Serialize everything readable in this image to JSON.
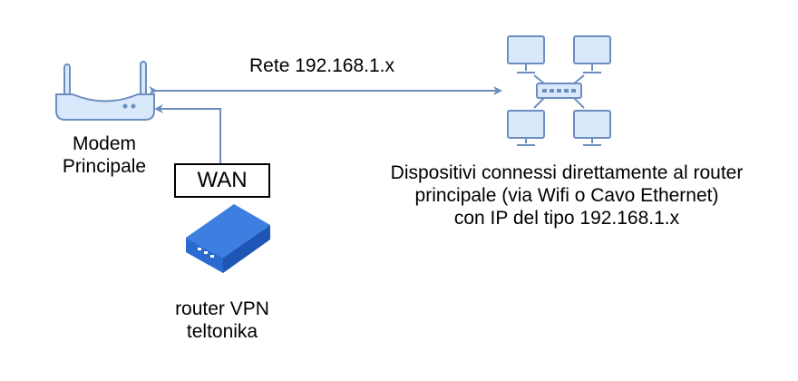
{
  "modem": {
    "label_line1": "Modem",
    "label_line2": "Principale"
  },
  "network": {
    "label": "Rete 192.168.1.x"
  },
  "wan": {
    "label": "WAN"
  },
  "vpn_router": {
    "label_line1": "router VPN",
    "label_line2": "teltonika"
  },
  "devices": {
    "label_line1": "Dispositivi connessi direttamente al router",
    "label_line2": "principale (via Wifi o Cavo Ethernet)",
    "label_line3": "con IP del tipo 192.168.1.x"
  },
  "colors": {
    "connector": "#6c8ebf",
    "icon_fill": "#dae8fc",
    "icon_stroke": "#6c8ebf",
    "router_top": "#3d7fe0",
    "router_side": "#1d56b5",
    "router_front": "#2a6bd1"
  }
}
